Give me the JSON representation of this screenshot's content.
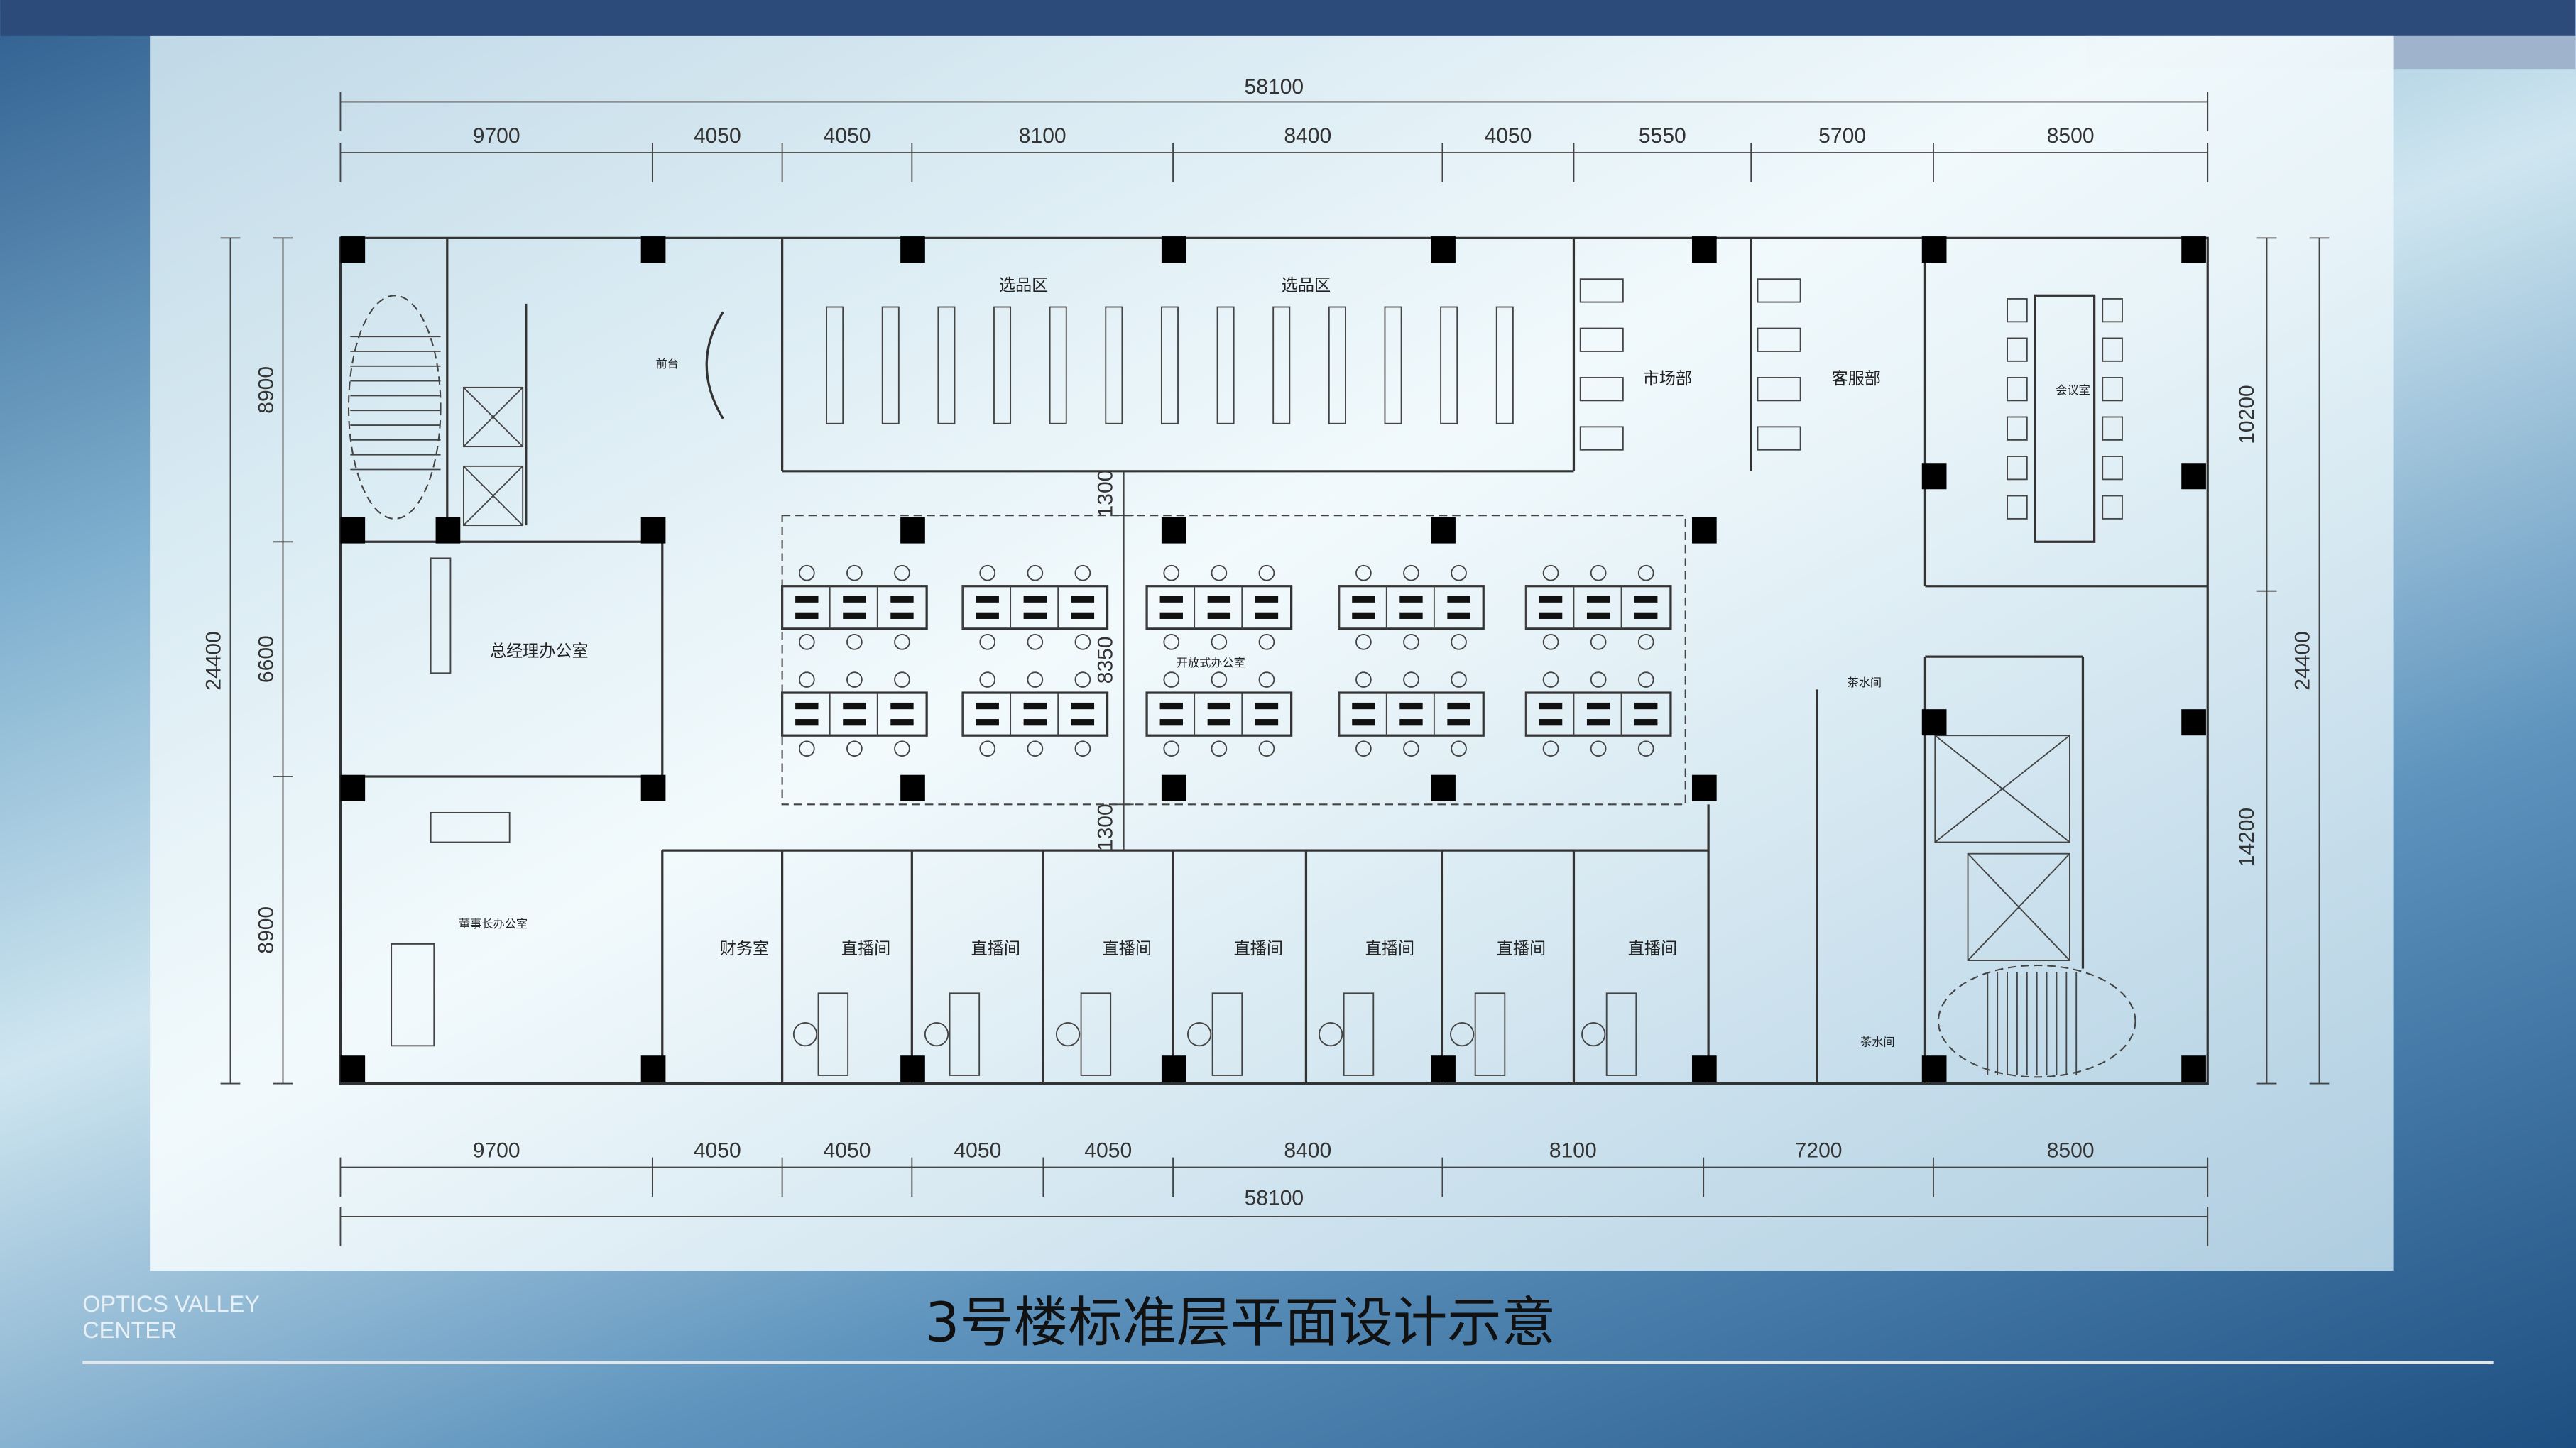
{
  "title": "3号楼标准层平面设计示意",
  "logo": {
    "line1": "OPTICS VALLEY",
    "line2": "CENTER"
  },
  "dimensions": {
    "top_total": "58100",
    "top": [
      "9700",
      "4050",
      "4050",
      "8100",
      "8400",
      "4050",
      "5550",
      "5700",
      "8500"
    ],
    "bottom": [
      "9700",
      "4050",
      "4050",
      "4050",
      "4050",
      "8400",
      "8100",
      "7200",
      "8500"
    ],
    "bottom_total": "58100",
    "left": [
      "8900",
      "6600",
      "8900"
    ],
    "left_total": "24400",
    "right": [
      "10200",
      "14200"
    ],
    "right_total": "24400",
    "inner": [
      "1300",
      "8350",
      "1300"
    ]
  },
  "rooms": {
    "selection_area_1": "选品区",
    "selection_area_2": "选品区",
    "reception": "前台",
    "marketing": "市场部",
    "customer_service": "客服部",
    "meeting_room": "会议室",
    "gm_office": "总经理办公室",
    "open_office": "开放式办公室",
    "chairman_office": "董事长办公室",
    "finance": "财务室",
    "live_rooms": [
      "直播间",
      "直播间",
      "直播间",
      "直播间",
      "直播间",
      "直播间",
      "直播间"
    ],
    "pantry_1": "茶水间",
    "pantry_2": "茶水间"
  },
  "colors": {
    "line": "#333333",
    "column": "#000000",
    "panel": "#d8ecf4"
  }
}
